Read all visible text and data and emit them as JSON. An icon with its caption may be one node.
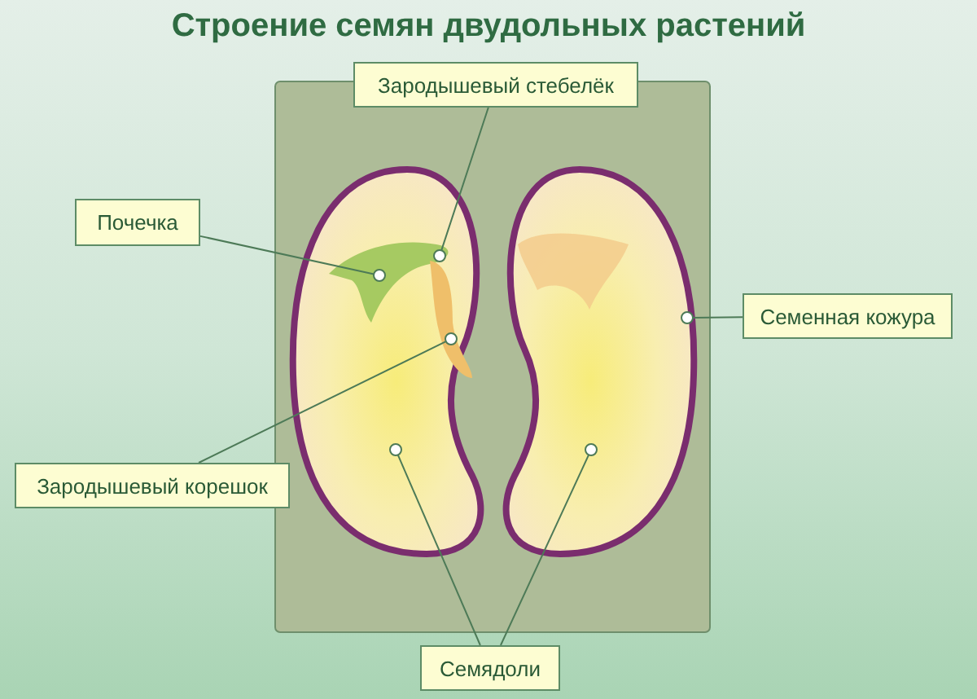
{
  "diagram": {
    "title": "Строение семян двудольных растений",
    "nodes": [
      {
        "text": [
          "Зародышевый стебелёк"
        ]
      },
      {
        "text": [
          "Почечка"
        ]
      },
      {
        "text": [
          "Семенная кожура"
        ]
      },
      {
        "text": [
          "Зародышевый корешок"
        ]
      },
      {
        "text": [
          "Семядоли"
        ]
      },
      {
        "text": [],
        "shape": "circle"
      },
      {
        "text": [],
        "shape": "circle"
      },
      {
        "text": [],
        "shape": "circle"
      },
      {
        "text": [],
        "shape": "circle"
      },
      {
        "text": [],
        "shape": "circle"
      },
      {
        "text": [],
        "shape": "circle"
      }
    ],
    "edges": [
      {
        "from": 0,
        "to": 5,
        "arrow": "none"
      },
      {
        "from": 1,
        "to": 6,
        "arrow": "none"
      },
      {
        "from": 2,
        "to": 8,
        "arrow": "none"
      },
      {
        "from": 3,
        "to": 7,
        "arrow": "none"
      },
      {
        "from": 4,
        "to": 9,
        "arrow": "none"
      },
      {
        "from": 4,
        "to": 10,
        "arrow": "none"
      }
    ]
  }
}
